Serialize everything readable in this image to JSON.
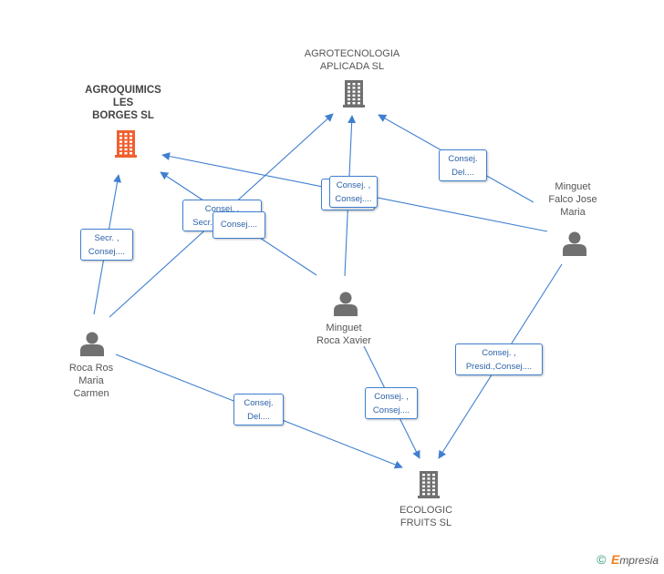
{
  "nodes": {
    "agroquimics": {
      "type": "company",
      "highlight": true,
      "lines": [
        "AGROQUIMICS",
        "LES",
        "BORGES SL"
      ]
    },
    "agrotecnologia": {
      "type": "company",
      "highlight": false,
      "lines": [
        "AGROTECNOLOGIA",
        "APLICADA SL"
      ]
    },
    "ecologic": {
      "type": "company",
      "highlight": false,
      "lines": [
        "ECOLOGIC",
        "FRUITS SL"
      ]
    },
    "minguet_falco": {
      "type": "person",
      "lines": [
        "Minguet",
        "Falco Jose",
        "Maria"
      ]
    },
    "minguet_roca": {
      "type": "person",
      "lines": [
        "Minguet",
        "Roca Xavier"
      ]
    },
    "roca_ros": {
      "type": "person",
      "lines": [
        "Roca Ros",
        "Maria",
        "Carmen"
      ]
    }
  },
  "edges": [
    {
      "from": "roca_ros",
      "to": "agroquimics",
      "label": [
        "Secr. ,",
        "Consej...."
      ]
    },
    {
      "from": "roca_ros",
      "to": "agrotecnologia",
      "label": [
        "Consej. ,",
        "Secr.,Consej...."
      ]
    },
    {
      "from": "minguet_roca",
      "to": "agroquimics",
      "label": [
        "Consej...."
      ]
    },
    {
      "from": "minguet_falco",
      "to": "agroquimics",
      "label": [
        "Consej. ,",
        "Consej...."
      ]
    },
    {
      "from": "minguet_roca",
      "to": "agrotecnologia",
      "label": [
        "Consej. ,",
        "Consej...."
      ]
    },
    {
      "from": "minguet_falco",
      "to": "agrotecnologia",
      "label": [
        "Consej.",
        "Del...."
      ]
    },
    {
      "from": "roca_ros",
      "to": "ecologic",
      "label": [
        "Consej.",
        "Del...."
      ]
    },
    {
      "from": "minguet_roca",
      "to": "ecologic",
      "label": [
        "Consej. ,",
        "Consej...."
      ]
    },
    {
      "from": "minguet_falco",
      "to": "ecologic",
      "label": [
        "Consej. ,",
        "Presid.,Consej...."
      ]
    }
  ],
  "colors": {
    "edge": "#3f7fd0",
    "company": "#707070",
    "company_highlight": "#f06030",
    "person": "#707070"
  },
  "footer": {
    "copyright": "©",
    "brand_initial": "E",
    "brand_rest": "mpresia"
  }
}
